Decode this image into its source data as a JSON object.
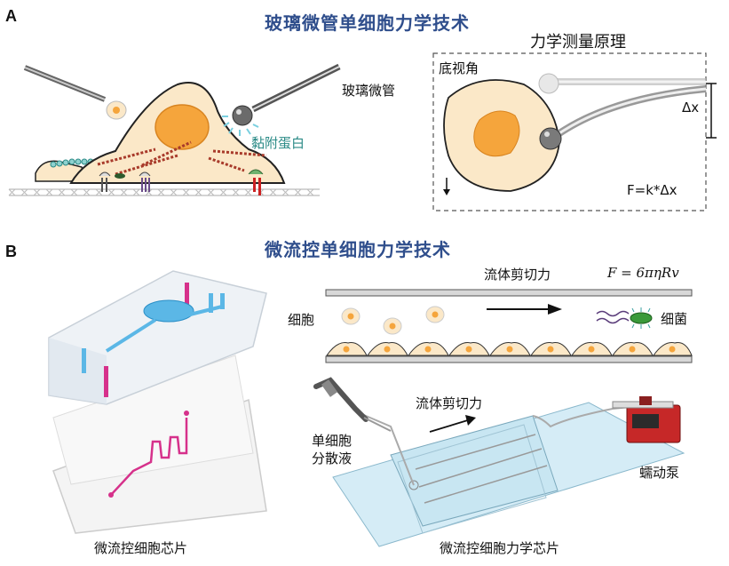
{
  "panel_a": {
    "letter": "A",
    "title": "玻璃微管单细胞力学技术",
    "pipette_label": "玻璃微管",
    "adhesion_label": "黏附蛋白",
    "inset": {
      "title": "力学测量原理",
      "view_label": "底视角",
      "delta_label": "Δx",
      "formula": "F=k*Δx"
    }
  },
  "panel_b": {
    "letter": "B",
    "title": "微流控单细胞力学技术",
    "shear_label_top": "流体剪切力",
    "formula": "F = 6πηRv",
    "cells_label": "细胞",
    "bacteria_label": "细菌",
    "shear_label_chip": "流体剪切力",
    "suspension_label": "单细胞\n分散液",
    "pump_label": "蠕动泵",
    "chip_caption": "微流控细胞芯片",
    "mech_chip_caption": "微流控细胞力学芯片"
  },
  "colors": {
    "title_blue": "#2f4e8c",
    "cell_fill": "#fbe8c8",
    "nucleus": "#f5a53c",
    "teal": "#2a8a86"
  }
}
